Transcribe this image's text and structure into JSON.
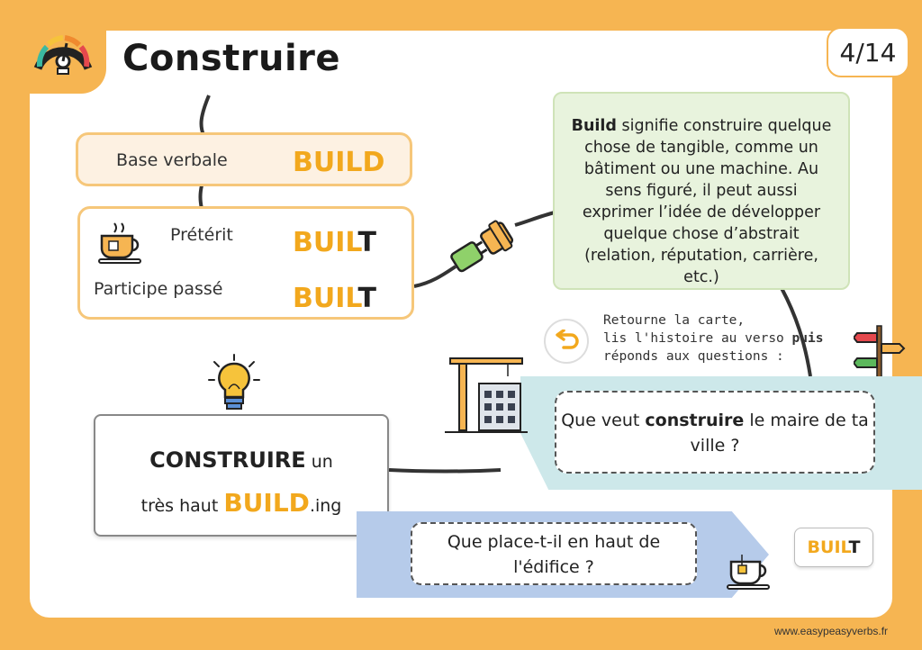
{
  "header": {
    "title": "Construire",
    "page_indicator": "4/14"
  },
  "forms": {
    "base_label": "Base verbale",
    "base_value": "BUILD",
    "preterit_label": "Prétérit",
    "participle_label": "Participe passé",
    "preterit_value_main": "BUIL",
    "preterit_value_end": "T",
    "participle_value_main": "BUIL",
    "participle_value_end": "T"
  },
  "definition": {
    "keyword": "Build",
    "text": " signifie construire quelque chose de tangible, comme un bâtiment ou une machine. Au sens figuré, il peut aussi exprimer l’idée de développer quelque chose d’abstrait (relation, réputation, carrière, etc.)"
  },
  "instructions": {
    "line1": "Retourne la carte,",
    "line2_start": "lis l'histoire au verso ",
    "line2_bold": "puis",
    "line3": "réponds aux questions :"
  },
  "question1": {
    "before": "Que veut ",
    "bold": "construire",
    "after": " le maire de ta ville ?"
  },
  "mnemonic": {
    "word1": "CONSTRUIRE",
    "word1_after": " un",
    "line2_before": "très haut ",
    "line2_bold": "BUILD",
    "line2_after": ".ing"
  },
  "question2": {
    "text": "Que place-t-il en haut de l'édifice ?"
  },
  "answer": {
    "main": "BUIL",
    "end": "T"
  },
  "footer": {
    "website": "www.easypeasyverbs.fr"
  },
  "colors": {
    "accent": "#f2a81d",
    "background": "#f6b552",
    "definition_bg": "#e8f3dd",
    "ribbon_teal": "#cde8ea",
    "ribbon_blue": "#b6cbea"
  },
  "icons": [
    "gauge-icon",
    "tea-cup-icon",
    "plug-icon",
    "turn-card-icon",
    "signpost-icon",
    "crane-building-icon",
    "lightbulb-icon"
  ]
}
